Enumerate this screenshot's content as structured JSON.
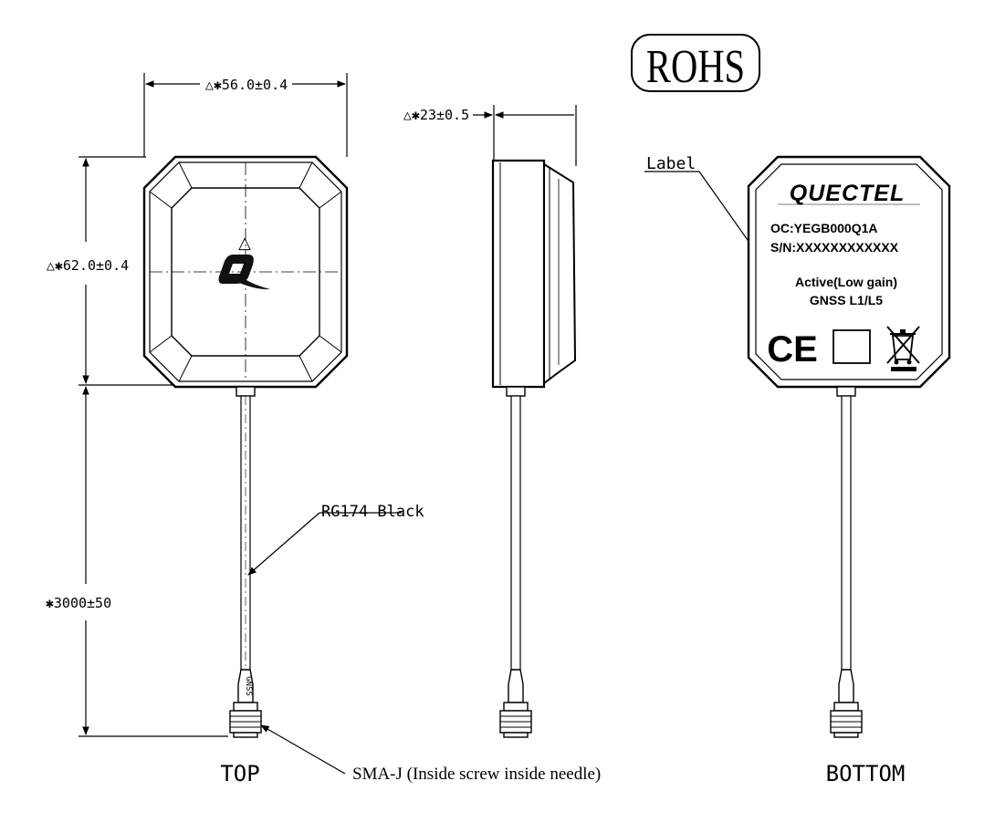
{
  "rohs_label": "ROHS",
  "top_view": {
    "width_dim": "△✱56.0±0.4",
    "height_dim": "△✱62.0±0.4",
    "warning_mark": "△",
    "cable_length_dim": "✱3000±50",
    "cable_label": "RG174 Black",
    "sleeve_label": "GNSS",
    "caption": "TOP"
  },
  "side_view": {
    "thickness_dim": "△✱23±0.5"
  },
  "bottom_view": {
    "callout": "Label",
    "brand": "QUECTEL",
    "oc_line": "OC:YEGB000Q1A",
    "sn_line": "S/N:XXXXXXXXXXXX",
    "type_line": "Active(Low gain)",
    "band_line": "GNSS L1/L5",
    "ce_mark": "CE",
    "caption": "BOTTOM"
  },
  "connector_label": "SMA-J (Inside screw inside needle)"
}
